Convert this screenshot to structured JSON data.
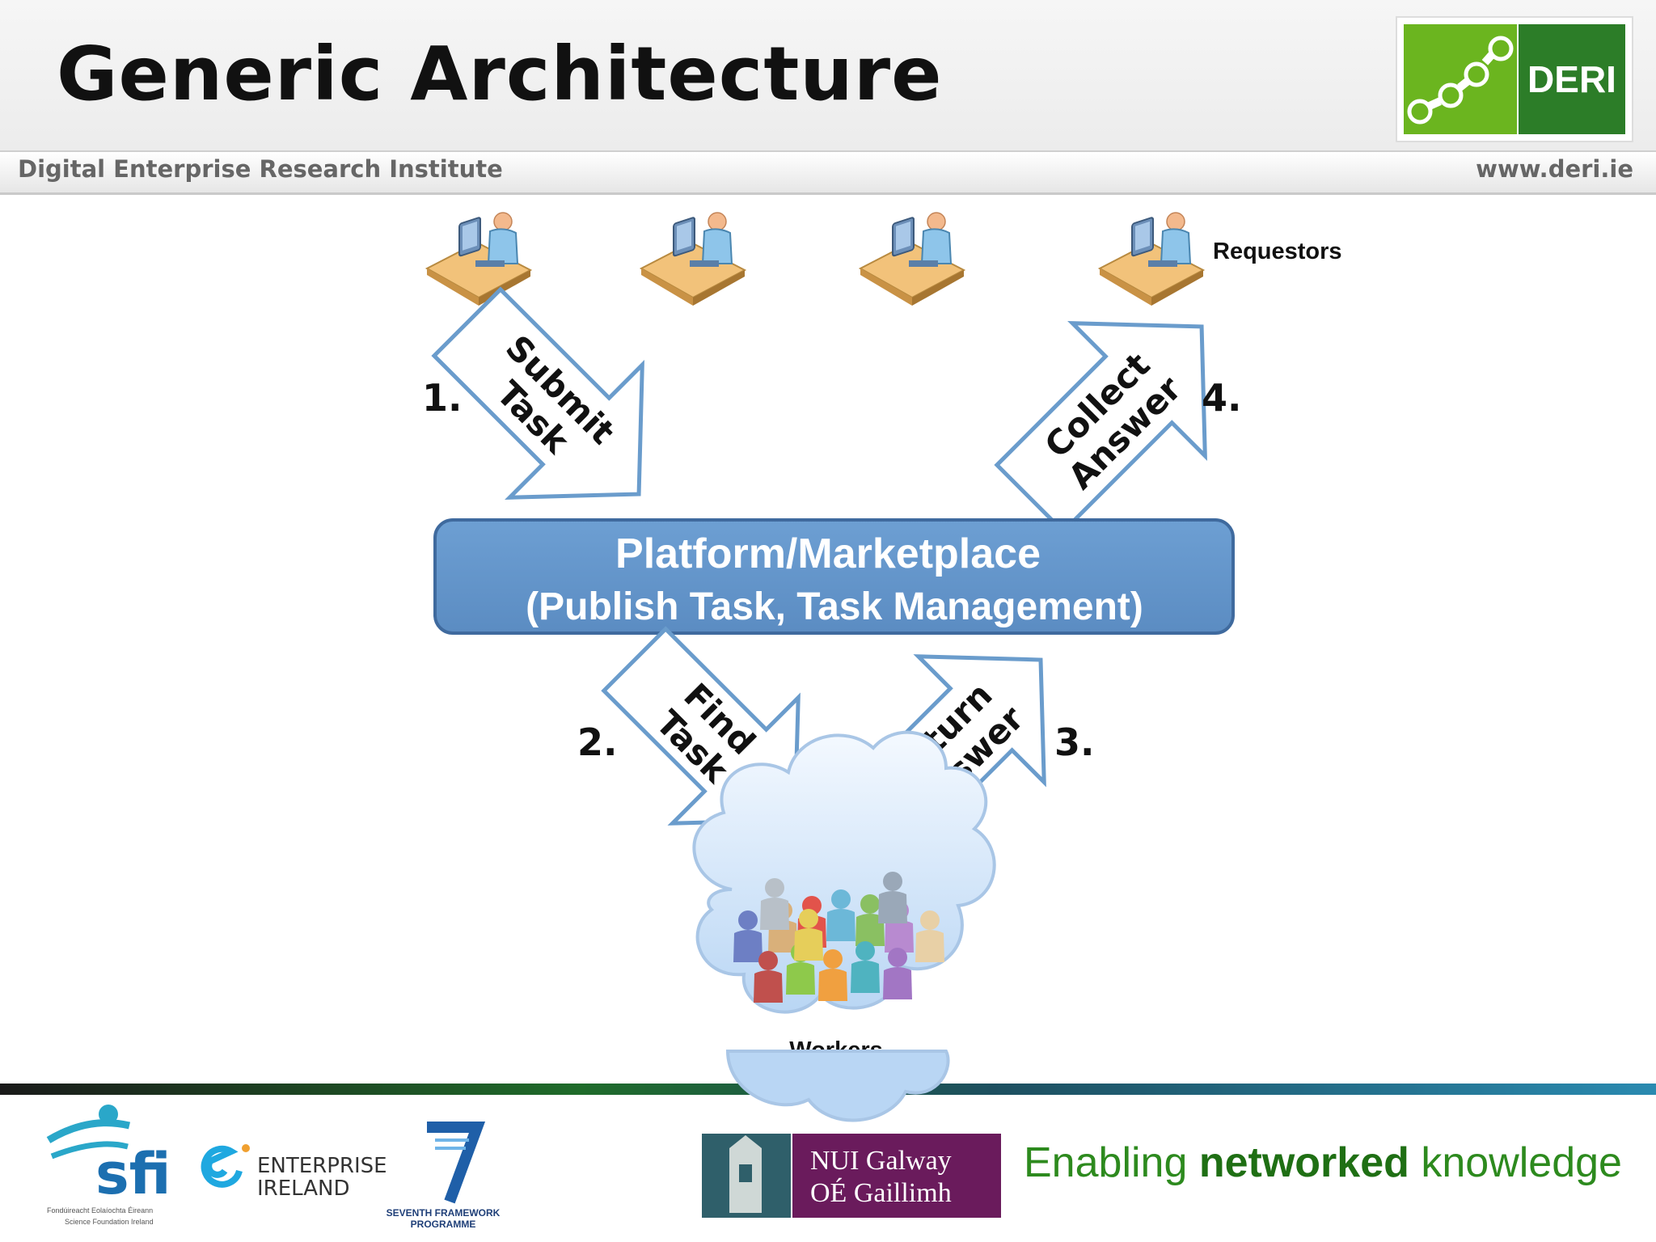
{
  "header": {
    "title": "Generic Architecture",
    "institute": "Digital Enterprise Research Institute",
    "url": "www.deri.ie",
    "logo_text": "DERI"
  },
  "diagram": {
    "requestors_label": "Requestors",
    "platform_line1": "Platform/Marketplace",
    "platform_line2": "(Publish Task, Task Management)",
    "workers_label": "Workers",
    "steps": [
      {
        "number": "1.",
        "line1": "Submit",
        "line2": "Task"
      },
      {
        "number": "2.",
        "line1": "Find",
        "line2": "Task"
      },
      {
        "number": "3.",
        "line1": "Return",
        "line2": "Answer"
      },
      {
        "number": "4.",
        "line1": "Collect",
        "line2": "Answer"
      }
    ]
  },
  "footer": {
    "sfi_text": "sfi",
    "sfi_sub1": "Fondúireacht Eolaíochta Éireann",
    "sfi_sub2": "Science Foundation Ireland",
    "ei_line1": "ENTERPRISE",
    "ei_line2": "IRELAND",
    "fp7_line1": "SEVENTH FRAMEWORK",
    "fp7_line2": "PROGRAMME",
    "nui_line1": "NUI Galway",
    "nui_line2": "OÉ Gaillimh",
    "tagline_pre": "Enabling ",
    "tagline_bold": "networked",
    "tagline_post": " knowledge"
  },
  "colors": {
    "platform_fill": "#6496cc",
    "arrow_stroke": "#6a9ccc",
    "deri_green_light": "#6bb51f",
    "deri_green_dark": "#2c7d28",
    "tagline_green": "#2d8a1e",
    "nui_purple": "#6a1b5c"
  }
}
